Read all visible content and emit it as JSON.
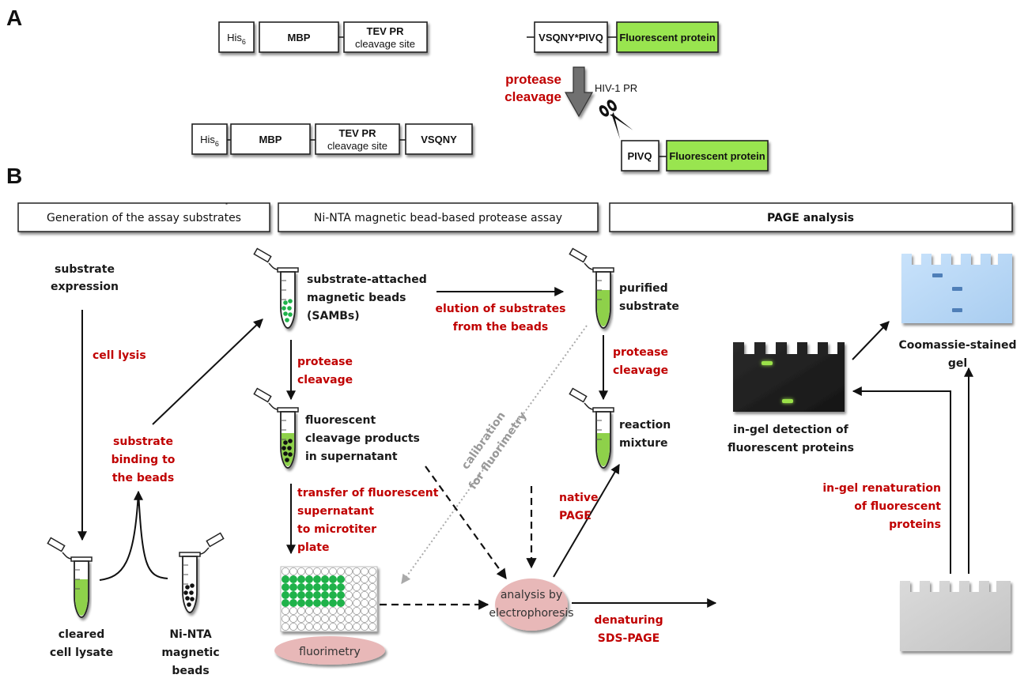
{
  "panel_a": {
    "letter": "A",
    "construct_full": [
      {
        "label": "His",
        "sub": "6",
        "fill": "white"
      },
      {
        "label": "MBP",
        "fill": "white"
      },
      {
        "label": "TEV PR",
        "label2": "cleavage site",
        "fill": "white"
      },
      {
        "label": "VSQNY*PIVQ",
        "fill": "white"
      },
      {
        "label": "Fluorescent protein",
        "fill": "green"
      }
    ],
    "cleavage_label_line1": "protease",
    "cleavage_label_line2": "cleavage",
    "enzyme_label": "HIV-1 PR",
    "product_1": [
      {
        "label": "His",
        "sub": "6"
      },
      {
        "label": "MBP"
      },
      {
        "label": "TEV PR",
        "label2": "cleavage site"
      },
      {
        "label": "VSQNY"
      }
    ],
    "product_2": [
      {
        "label": "PIVQ",
        "fill": "white"
      },
      {
        "label": "Fluorescent protein",
        "fill": "green"
      }
    ]
  },
  "panel_b": {
    "letter": "B",
    "headers": [
      "Generation of the assay substrates",
      "Ni-NTA magnetic bead-based protease assay",
      "PAGE analysis"
    ],
    "nodes": {
      "substrate_expression": [
        "substrate",
        "expression"
      ],
      "cleared_lysate": [
        "cleared",
        "cell lysate"
      ],
      "ni_nta_beads": [
        "Ni-NTA",
        "magnetic",
        "beads"
      ],
      "sambs": [
        "substrate-attached",
        "magnetic beads",
        "(SAMBs)"
      ],
      "fluorescent_products": [
        "fluorescent",
        "cleavage products",
        "in supernatant"
      ],
      "purified_substrate": [
        "purified",
        "substrate"
      ],
      "reaction_mixture": [
        "reaction",
        "mixture"
      ],
      "fluorimetry": "fluorimetry",
      "electrophoresis": [
        "analysis by",
        "electrophoresis"
      ],
      "in_gel_detection": [
        "in-gel detection of",
        "fluorescent proteins"
      ],
      "coomassie": [
        "Coomassie-stained",
        "gel"
      ]
    },
    "steps": {
      "cell_lysis": [
        "cell lysis"
      ],
      "substrate_binding": [
        "substrate",
        "binding to",
        "the beads"
      ],
      "protease_cleavage_1": [
        "protease",
        "cleavage"
      ],
      "elution": [
        "elution of substrates",
        "from the beads"
      ],
      "protease_cleavage_2": [
        "protease",
        "cleavage"
      ],
      "transfer": [
        "transfer of fluorescent",
        "supernatant",
        "to microtiter",
        "plate"
      ],
      "calibration": [
        "calibration",
        "for fluorimetry"
      ],
      "native_page": [
        "native",
        "PAGE"
      ],
      "denaturing": [
        "denaturing",
        "SDS-PAGE"
      ],
      "renaturation": [
        "in-gel renaturation",
        "of fluorescent",
        "proteins"
      ]
    },
    "microplate": {
      "rows": 8,
      "cols": 12,
      "filled_rows": [
        1,
        2,
        3,
        4
      ],
      "filled_cols": 8
    }
  },
  "colors": {
    "red_label": "#c00000",
    "fluorescent_green": "#99e550",
    "tube_liquid": "#8ed14a",
    "bead_green": "#1fb24a",
    "ellipse_pink": "#e8b8b8",
    "gel_dark": "#1e1e1e",
    "gel_blue": "#bcd9f7",
    "gel_gray": "#cfcfcf",
    "band_blue": "#4f7fb8",
    "band_green": "#9be24a"
  }
}
